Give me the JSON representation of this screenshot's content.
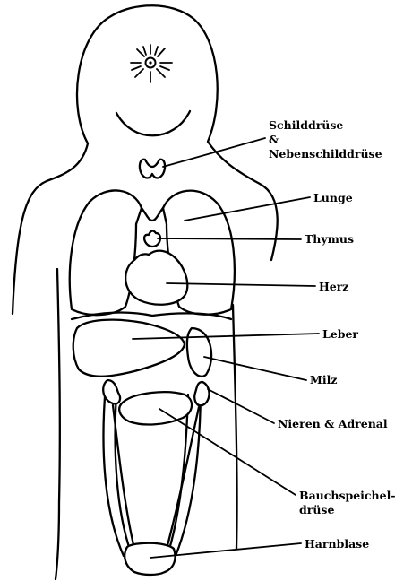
{
  "labels": {
    "thyroid_line1": "Schilddrüse",
    "thyroid_line2": "&",
    "thyroid_line3": "Nebenschilddrüse",
    "lungs": "Lunge",
    "thymus": "Thymus",
    "heart": "Herz",
    "liver": "Leber",
    "spleen": "Milz",
    "kidneys": "Nieren & Adrenal",
    "pancreas_line1": "Bauchspeichel-",
    "pancreas_line2": "drüse",
    "bladder": "Harnblase"
  },
  "colors": {
    "ink": "#000000",
    "background": "#ffffff"
  }
}
